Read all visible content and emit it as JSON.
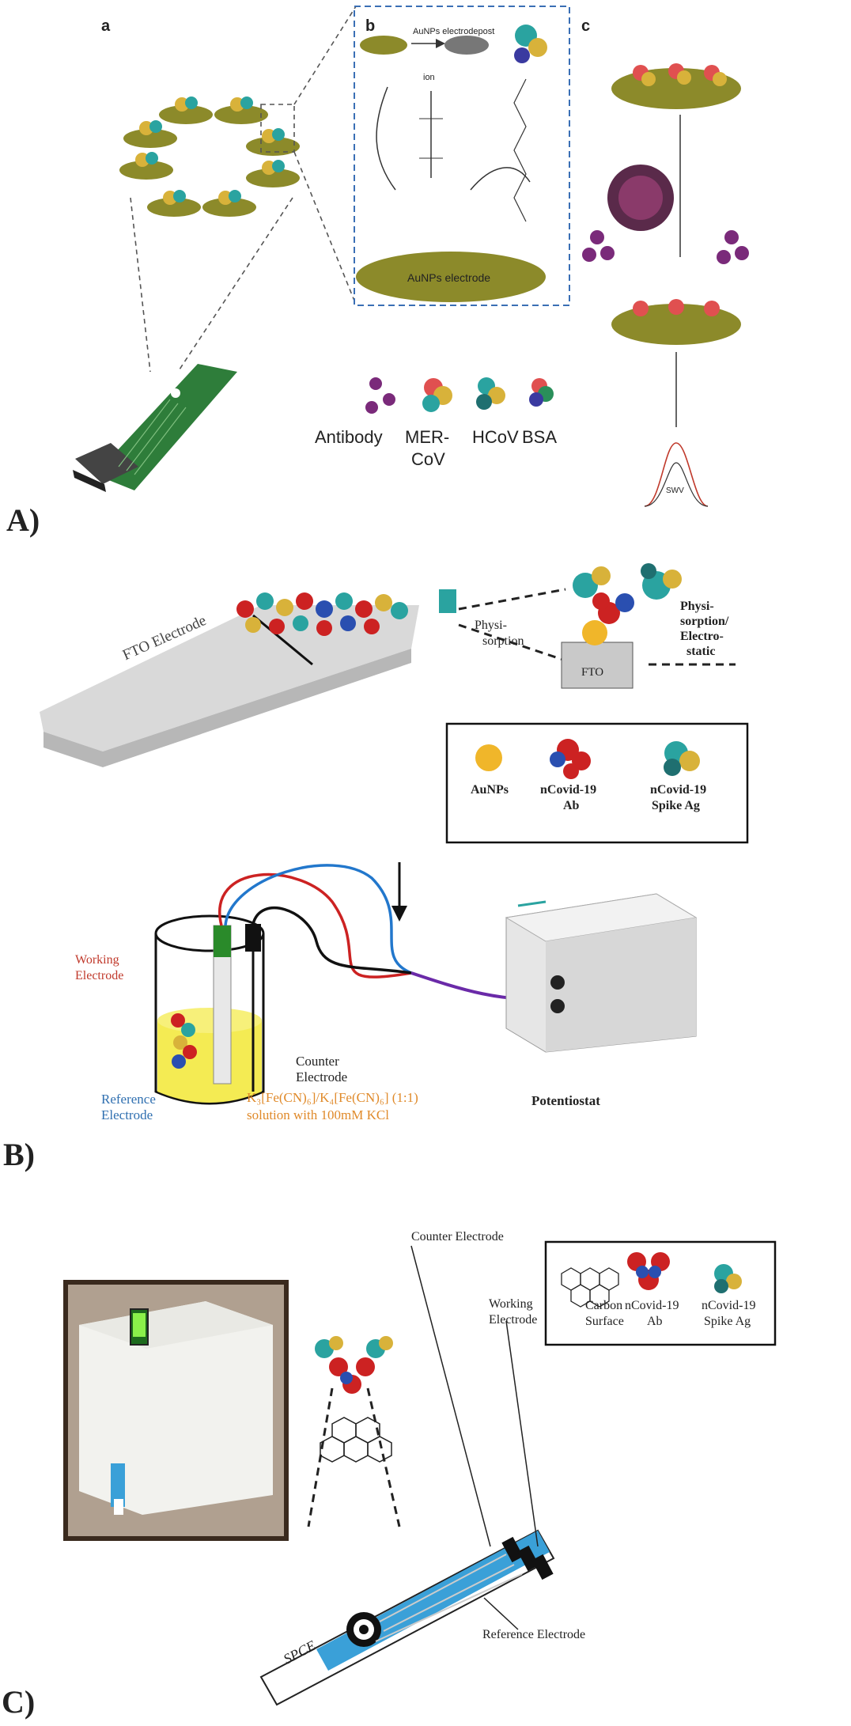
{
  "panels": [
    {
      "letter": "A)",
      "sub_labels": [
        "a",
        "b",
        "c"
      ],
      "diagram_labels": {
        "aunps_electrodepost": "AuNPs electrodepost",
        "ion": "ion",
        "aunps_electrode": "AuNPs electrode",
        "swv": "SWV"
      },
      "legend": [
        "Antibody",
        "MER-",
        "CoV",
        "HCoV",
        "BSA"
      ]
    },
    {
      "letter": "B)",
      "labels": {
        "fto_electrode": "FTO Electrode",
        "physi_sorption_left_1": "Physi-",
        "physi_sorption_left_2": "sorption",
        "fto": "FTO",
        "physi_right_1": "Physi-",
        "physi_right_2": "sorption/",
        "physi_right_3": "Electro-",
        "physi_right_4": "static",
        "working_1": "Working",
        "working_2": "Electrode",
        "counter_1": "Counter",
        "counter_2": "Electrode",
        "reference_1": "Reference",
        "reference_2": "Electrode",
        "solution_1": "K₃[Fe(CN)₆]/K₄[Fe(CN)₆] (1:1)",
        "solution_2": "solution with 100mM KCl",
        "potentiostat": "Potentiostat"
      },
      "legend": [
        {
          "line1": "AuNPs",
          "line2": ""
        },
        {
          "line1": "nCovid-19",
          "line2": "Ab"
        },
        {
          "line1": "nCovid-19",
          "line2": "Spike Ag"
        }
      ]
    },
    {
      "letter": "C)",
      "labels": {
        "counter_electrode": "Counter Electrode",
        "working_1": "Working",
        "working_2": "Electrode",
        "reference_electrode": "Reference Electrode",
        "spce": "SPCE"
      },
      "legend": [
        {
          "line1": "Carbon",
          "line2": "Surface"
        },
        {
          "line1": "nCovid-19",
          "line2": "Ab"
        },
        {
          "line1": "nCovid-19",
          "line2": "Spike Ag"
        }
      ]
    }
  ],
  "colors": {
    "olive_disk": "#8c8a2a",
    "pcb_green": "#2e7d3a",
    "antibody_purple": "#7a2a7a",
    "wire_red": "#cc2222",
    "wire_blue": "#2277cc",
    "wire_black": "#111111",
    "wire_purple": "#6a2aa8",
    "solution_yellow": "#f3ea4a",
    "spce_blue": "#3aa0d8",
    "label_red": "#c0392b",
    "label_blue": "#2f6fb0",
    "label_orange": "#e08a2a"
  }
}
